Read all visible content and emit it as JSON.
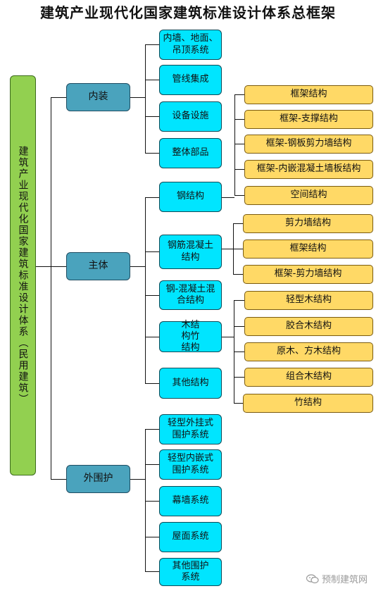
{
  "title": "建筑产业现代化国家建筑标准设计体系总框架",
  "root": "建筑产业现代化国家建筑标准设计体系（民用建筑）",
  "level1": [
    "内装",
    "主体",
    "外围护"
  ],
  "interior": [
    "内墙、地面、吊顶系统",
    "管线集成",
    "设备设施",
    "整体部品"
  ],
  "main": [
    "钢结构",
    "钢筋混凝土结构",
    "钢-混凝土混合结构",
    "木结构竹结构",
    "其他结构"
  ],
  "envelope": [
    "轻型外挂式围护系统",
    "轻型内嵌式围护系统",
    "幕墙系统",
    "屋面系统",
    "其他围护系统"
  ],
  "steel": [
    "框架结构",
    "框架-支撑结构",
    "框架-钢板剪力墙结构",
    "框架-内嵌混凝土墙板结构",
    "空间结构"
  ],
  "concrete": [
    "剪力墙结构",
    "框架结构",
    "框架-剪力墙结构"
  ],
  "timber": [
    "轻型木结构",
    "胶合木结构",
    "原木、方木结构",
    "组合木结构",
    "竹结构"
  ],
  "watermark": "预制建筑网",
  "colors": {
    "root": "#92d050",
    "level1": "#4aa3bd",
    "level2": "#00e5ff",
    "level3": "#ffd966"
  }
}
